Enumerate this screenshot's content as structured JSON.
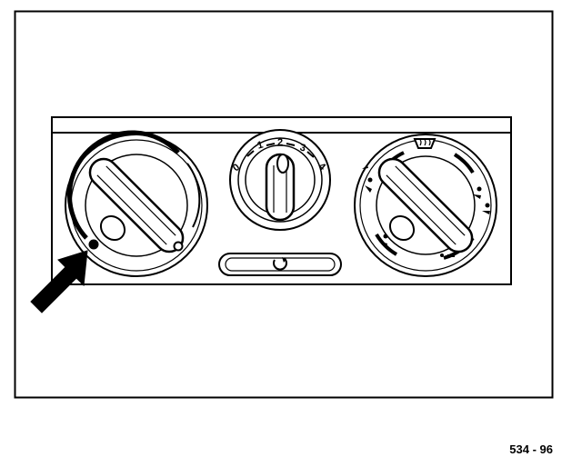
{
  "figure_label": "534 - 96",
  "fan_speed_scale": [
    "0",
    "1",
    "2",
    "3",
    "4"
  ],
  "colors": {
    "ink": "#000000",
    "paper": "#ffffff"
  },
  "icons": {
    "left_knob": "temperature-dial-icon",
    "center_knob": "fan-speed-dial-icon",
    "right_knob": "air-distribution-dial-icon",
    "recirculation_button": "recirculation-icon",
    "defrost": "windshield-defrost-icon",
    "pointer": "arrow-icon"
  }
}
